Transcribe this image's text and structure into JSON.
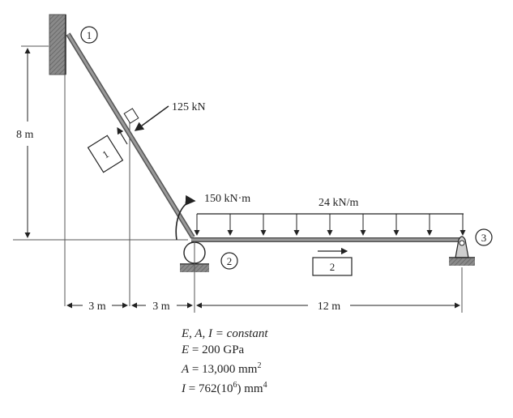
{
  "nodes": [
    {
      "id": "node-1",
      "label": "1"
    },
    {
      "id": "node-2",
      "label": "2"
    },
    {
      "id": "node-3",
      "label": "3"
    }
  ],
  "members": [
    {
      "id": "member-1",
      "label": "1"
    },
    {
      "id": "member-2",
      "label": "2"
    }
  ],
  "loads": {
    "point_load": "125 kN",
    "moment": "150 kN·m",
    "distributed": "24 kN/m"
  },
  "dimensions": {
    "height": "8 m",
    "span_a": "3 m",
    "span_b": "3 m",
    "span_c": "12 m"
  },
  "properties": {
    "line1": "E, A, I = constant",
    "line2_sym": "E",
    "line2_val": " = 200 GPa",
    "line3_sym": "A",
    "line3_val": " = 13,000 mm",
    "line3_exp": "2",
    "line4_sym": "I",
    "line4_val": " = 762(10",
    "line4_exp1": "6",
    "line4_tail": ") mm",
    "line4_exp2": "4"
  },
  "colors": {
    "member": "#6b6b6b",
    "ink": "#222222",
    "support": "#7a7a7a"
  }
}
